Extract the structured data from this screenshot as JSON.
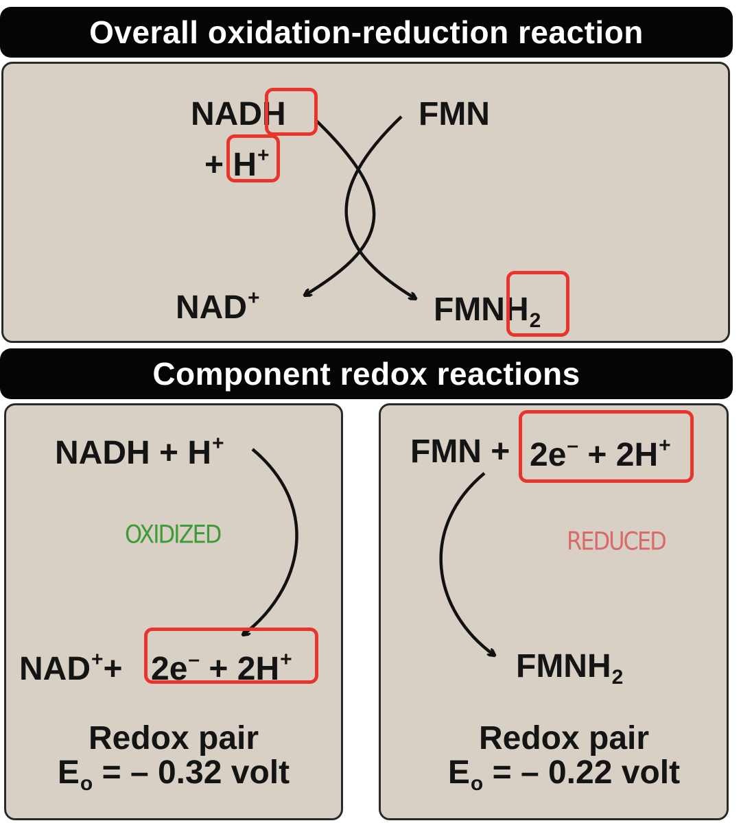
{
  "overall": {
    "title": "Overall oxidation-reduction reaction",
    "nadh": "NADH",
    "plus_h": "+ H",
    "h_sup": "+",
    "fmn": "FMN",
    "nad": "NAD",
    "nad_sup": "+",
    "fmnh": "FMNH",
    "fmnh_sub": "2"
  },
  "component": {
    "title": "Component  redox reactions",
    "left": {
      "top_text": "NADH + H",
      "top_sup": "+",
      "annotation": "OXIDIZED",
      "bottom_nad": "NAD",
      "bottom_nad_sup": "+",
      "bottom_plus": "+",
      "electrons": "2e",
      "electrons_sup": "–",
      "protons": " + 2H",
      "protons_sup": "+",
      "pair_label": "Redox pair",
      "e_symbol": "E",
      "e_sub": "o",
      "potential": " = – 0.32 volt"
    },
    "right": {
      "top_fmn": "FMN +",
      "electrons": "2e",
      "electrons_sup": "–",
      "protons": " + 2H",
      "protons_sup": "+",
      "annotation": "REDUCED",
      "bottom": "FMNH",
      "bottom_sub": "2",
      "pair_label": "Redox pair",
      "e_symbol": "E",
      "e_sub": "o",
      "potential": " = – 0.22 volt"
    }
  },
  "colors": {
    "highlight_box": "#e8342b",
    "oxidized_note": "#3f9a3a",
    "reduced_note": "#d96a6a",
    "panel": "#d8d0c4",
    "banner": "#050505"
  }
}
